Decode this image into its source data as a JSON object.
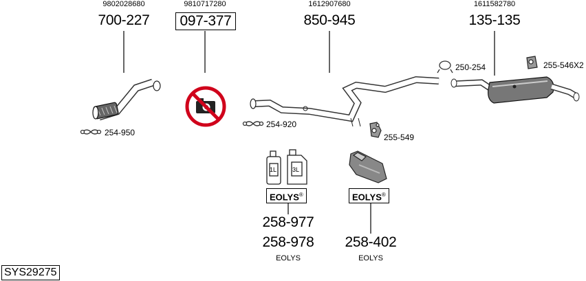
{
  "diagram": {
    "system_code": "SYS29275",
    "groups": [
      {
        "ref": "9802028680",
        "part": "700-227",
        "fitting": "254-950"
      },
      {
        "ref": "9810717280",
        "part": "097-377"
      },
      {
        "ref": "1612907680",
        "part": "850-945",
        "fittings": [
          "254-920",
          "255-549"
        ]
      },
      {
        "ref": "1611582780",
        "part": "135-135",
        "fittings": [
          "250-254",
          "255-546X2"
        ]
      }
    ],
    "additive": {
      "bottle_small_label": "1L",
      "bottle_large_label": "3L",
      "badge": "EOLYS",
      "badge_mark": "®",
      "parts": [
        "258-977",
        "258-978",
        "258-402"
      ],
      "name": "EOLYS"
    },
    "colors": {
      "prohibited": "#d0021b",
      "line": "#000000"
    }
  }
}
